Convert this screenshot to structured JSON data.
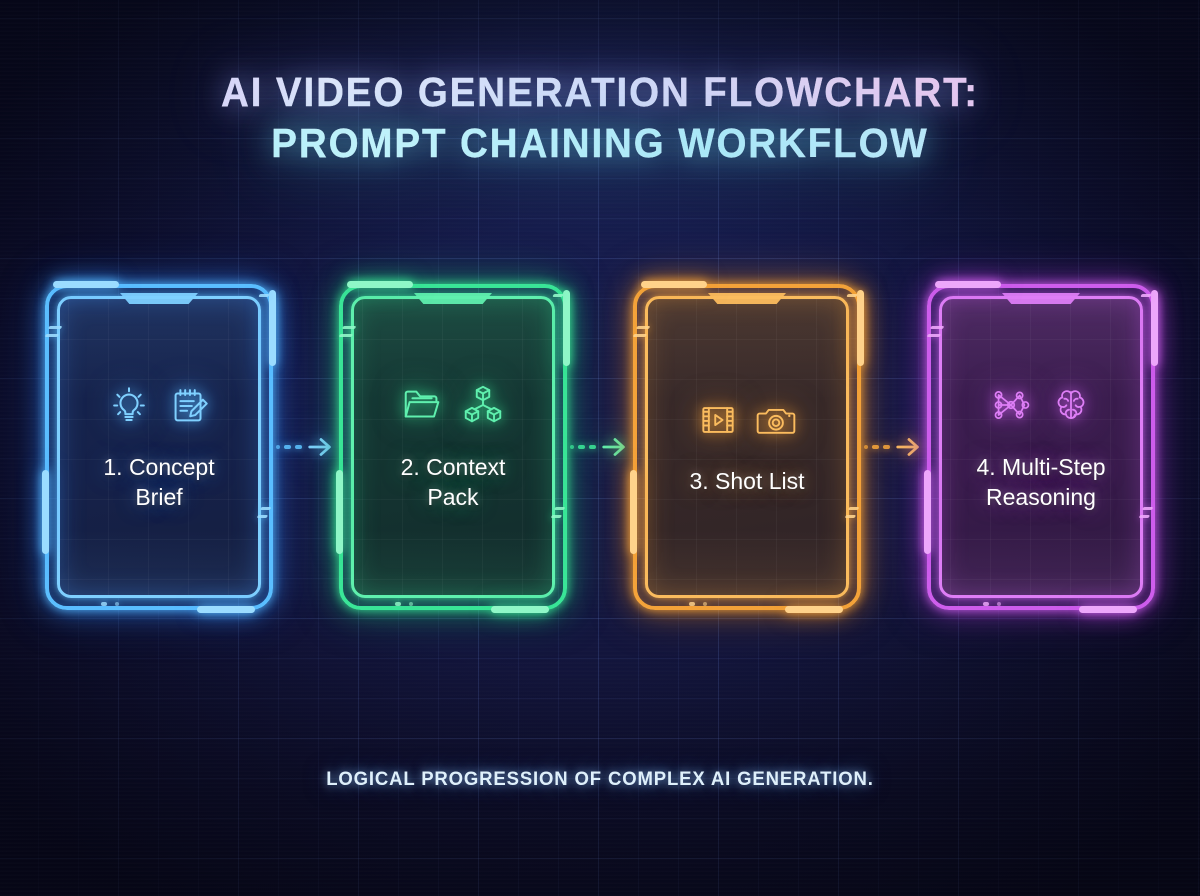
{
  "title": {
    "line1": "AI VIDEO GENERATION FLOWCHART:",
    "line2": "PROMPT CHAINING WORKFLOW"
  },
  "caption": "LOGICAL PROGRESSION OF COMPLEX AI GENERATION.",
  "colors": {
    "background": "#0e0e28",
    "grid_line": "#6987dc",
    "title_gradient_start": "#c9b6f3",
    "title_gradient_end": "#a8e9f5",
    "caption": "#dff0fb",
    "step1": "#5ec2ff",
    "step2": "#3ce89a",
    "step3": "#f5a53c",
    "step4": "#d060ee",
    "label_text": "#ffffff"
  },
  "steps": [
    {
      "index": "1",
      "label": "1. Concept\nBrief",
      "label_line1": "1. Concept",
      "label_line2": "Brief",
      "color": "#5ec2ff",
      "color_name": "blue",
      "icons": [
        "lightbulb-icon",
        "notepad-pencil-icon"
      ]
    },
    {
      "index": "2",
      "label": "2. Context\nPack",
      "label_line1": "2. Context",
      "label_line2": "Pack",
      "color": "#3ce89a",
      "color_name": "green",
      "icons": [
        "folder-icon",
        "cube-stack-icon"
      ]
    },
    {
      "index": "3",
      "label": "3. Shot List",
      "label_line1": "3. Shot List",
      "label_line2": "",
      "color": "#f5a53c",
      "color_name": "orange",
      "icons": [
        "film-strip-play-icon",
        "camera-icon"
      ]
    },
    {
      "index": "4",
      "label": "4. Multi-Step\nReasoning",
      "label_line1": "4. Multi-Step",
      "label_line2": "Reasoning",
      "color": "#d060ee",
      "color_name": "magenta",
      "icons": [
        "neural-network-icon",
        "brain-icon"
      ]
    }
  ],
  "connectors": [
    {
      "from": "1",
      "to": "2",
      "icon": "arrow-right-icon",
      "color": "#5ec2ff"
    },
    {
      "from": "2",
      "to": "3",
      "icon": "arrow-right-icon",
      "color": "#3ce89a"
    },
    {
      "from": "3",
      "to": "4",
      "icon": "arrow-right-icon",
      "color": "#f5a53c"
    }
  ]
}
